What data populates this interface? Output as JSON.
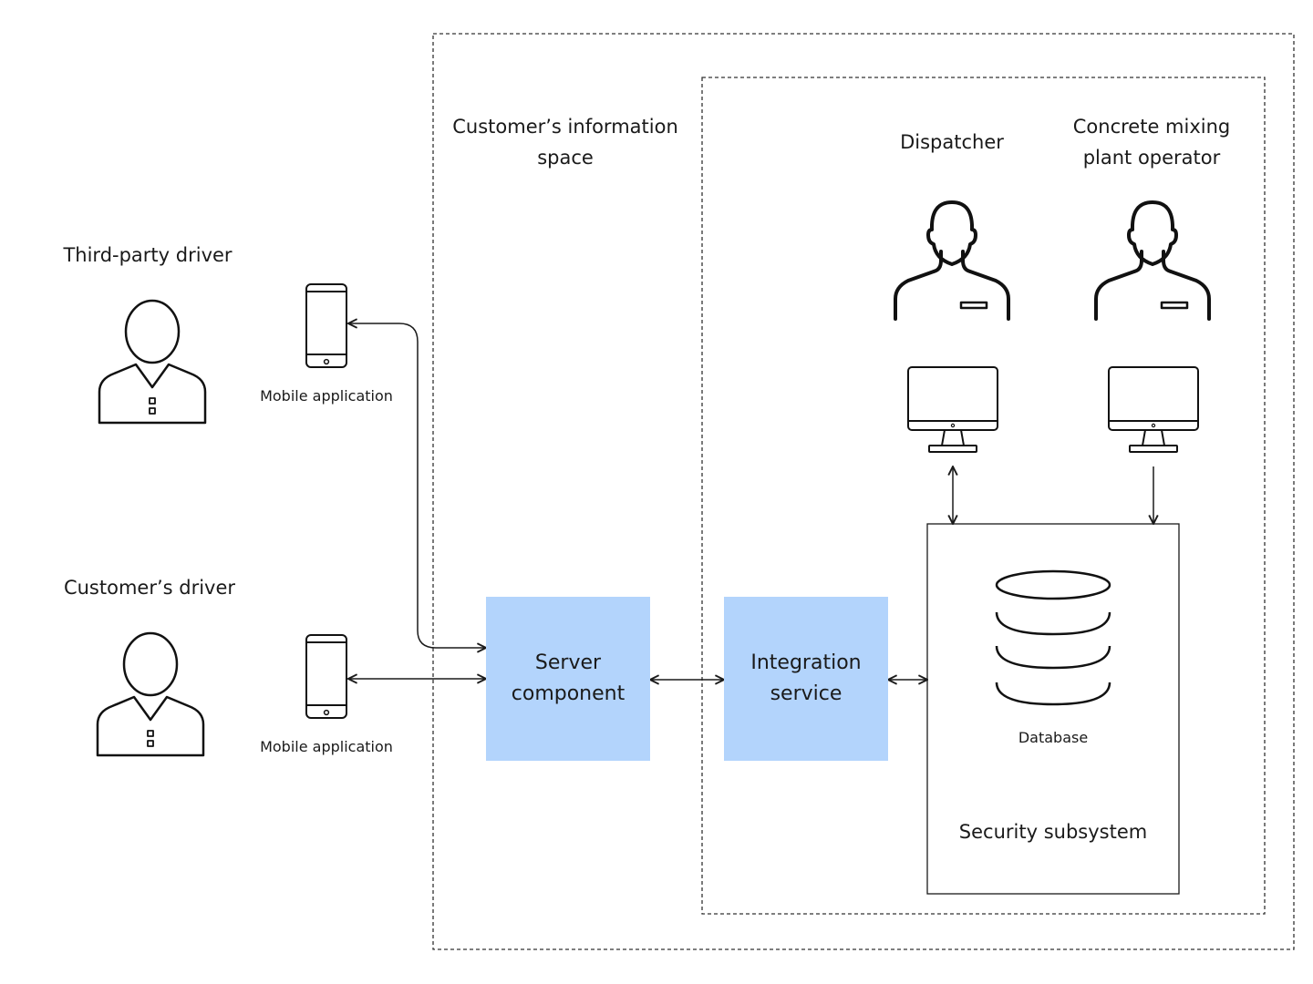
{
  "labels": {
    "customers_info_space": "Customer’s information space",
    "third_party_driver": "Third-party driver",
    "customers_driver": "Customer’s driver",
    "dispatcher": "Dispatcher",
    "plant_operator": "Concrete mixing plant operator",
    "mobile_app_top": "Mobile application",
    "mobile_app_bottom": "Mobile application",
    "server_component": "Server component",
    "integration_service": "Integration service",
    "database": "Database",
    "security_subsystem": "Security subsystem"
  },
  "icons": {
    "driver": "driver-person-icon",
    "staff": "staff-person-icon",
    "phone": "smartphone-icon",
    "monitor": "desktop-monitor-icon",
    "database": "database-icon"
  },
  "colors": {
    "component_fill": "#b3d4fc",
    "line": "#1a1a1a",
    "boundary": "#333333"
  }
}
